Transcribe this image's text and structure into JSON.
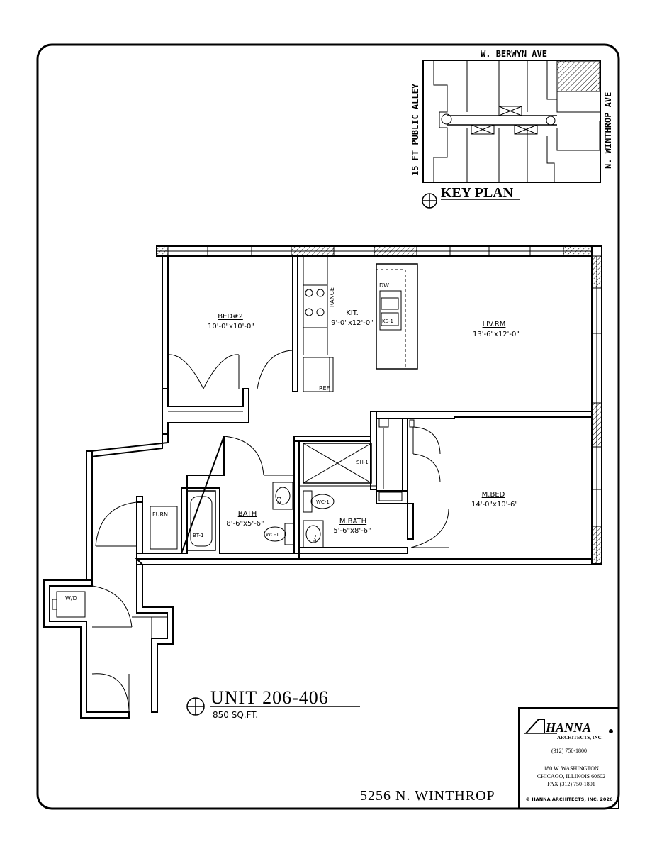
{
  "key_plan": {
    "title": "KEY PLAN",
    "street_top": "W. BERWYN AVE",
    "street_left": "15 FT PUBLIC ALLEY",
    "street_right": "N. WINTHROP AVE"
  },
  "rooms": {
    "bed2": {
      "name": "BED#2",
      "size": "10'-0\"x10'-0\""
    },
    "kit": {
      "name": "KIT.",
      "size": "9'-0\"x12'-0\""
    },
    "livrm": {
      "name": "LIV.RM",
      "size": "13'-6\"x12'-0\""
    },
    "mbed": {
      "name": "M.BED",
      "size": "14'-0\"x10'-6\""
    },
    "bath": {
      "name": "BATH",
      "size": "8'-6\"x5'-6\""
    },
    "mbath": {
      "name": "M.BATH",
      "size": "5'-6\"x8'-6\""
    }
  },
  "fixtures": {
    "range": "RANGE",
    "ref": "REF",
    "dw": "DW",
    "ks": "KS-1",
    "sh": "SH-1",
    "wc1": "WC-1",
    "wc2": "WC-1",
    "l1a": "L-1",
    "l1b": "L-1",
    "bt": "BT-1",
    "furn": "FURN",
    "wd": "W/D"
  },
  "unit": {
    "title": "UNIT 206-406",
    "area": "850 SQ.FT."
  },
  "address": "5256 N. WINTHROP",
  "firm": {
    "name": "HANNA",
    "sub": "ARCHITECTS, INC.",
    "phone": "(312) 750-1800",
    "address1": "180 W. WASHINGTON",
    "address2": "CHICAGO, ILLINOIS 60602",
    "fax": "FAX (312) 750-1801",
    "copyright": "© HANNA ARCHITECTS, INC. 2026"
  }
}
